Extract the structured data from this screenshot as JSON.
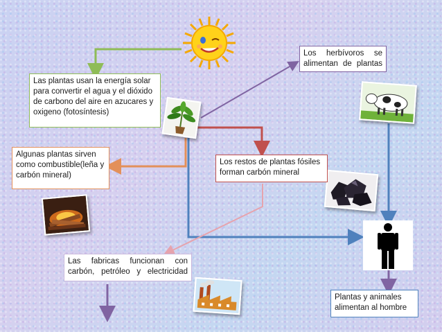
{
  "nodes": {
    "plants_energy": "Las plantas usan la energía solar para convertir el agua y el dióxido de carbono del aire en azucares y oxigeno (fotosíntesis)",
    "fuel": "Algunas plantas sirven como combustible(leña y carbón mineral)",
    "herbivores": "Los herbívoros se alimentan de plantas",
    "fossil": "Los restos de plantas fósiles forman carbón mineral",
    "factories": "Las fabricas funcionan con carbón, petróleo y electricidad",
    "humans": "Plantas y animales alimentan al hombre"
  },
  "icons": [
    "sun-icon",
    "plant-icon",
    "cow-icon",
    "coal-icon",
    "firewood-icon",
    "person-icon",
    "factory-icon"
  ],
  "colors": {
    "green": "#8fbc57",
    "orange": "#e3905a",
    "red": "#c0504d",
    "purple": "#8064a2",
    "blue": "#4f81bd",
    "pink": "#e6a3ad"
  }
}
